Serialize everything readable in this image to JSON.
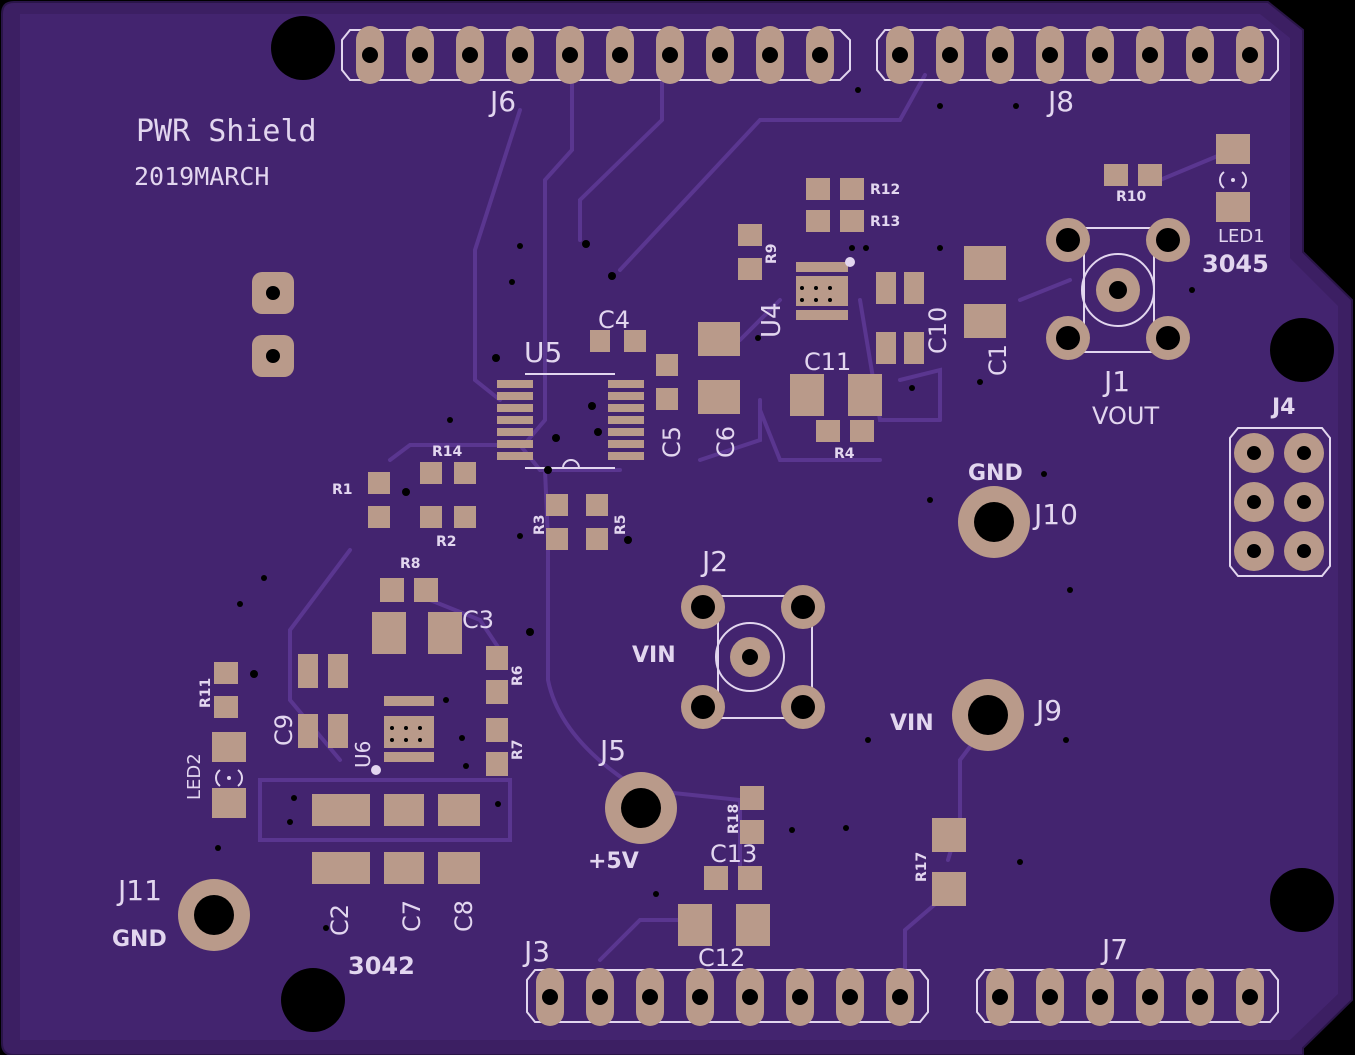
{
  "board": {
    "title": "PWR Shield",
    "date": "2019MARCH",
    "colors": {
      "substrate": "#3c1f63",
      "copper_plane": "#4a2a78",
      "trace": "#5a3690",
      "silkscreen": "#e2d6ef",
      "pad": "#b99a8a",
      "hole": "#000000"
    }
  },
  "connectors": {
    "j6": "J6",
    "j8": "J8",
    "j3": "J3",
    "j7": "J7",
    "j4": "J4",
    "j1": "J1",
    "j2": "J2",
    "j5": "J5",
    "j9": "J9",
    "j10": "J10",
    "j11": "J11"
  },
  "net_labels": {
    "vout": "VOUT",
    "vin_j2": "VIN",
    "vin_j9": "VIN",
    "gnd_j10": "GND",
    "gnd_j11": "GND",
    "plus5v": "+5V"
  },
  "part_numbers": {
    "upper": "3045",
    "lower": "3042"
  },
  "designators": {
    "u4": "U4",
    "u5": "U5",
    "u6": "U6",
    "c1": "C1",
    "c2": "C2",
    "c3": "C3",
    "c4": "C4",
    "c5": "C5",
    "c6": "C6",
    "c7": "C7",
    "c8": "C8",
    "c9": "C9",
    "c10": "C10",
    "c11": "C11",
    "c12": "C12",
    "c13": "C13",
    "r1": "R1",
    "r2": "R2",
    "r3": "R3",
    "r4": "R4",
    "r5": "R5",
    "r6": "R6",
    "r7": "R7",
    "r8": "R8",
    "r9": "R9",
    "r10": "R10",
    "r11": "R11",
    "r12": "R12",
    "r13": "R13",
    "r14": "R14",
    "r17": "R17",
    "r18": "R18",
    "led1": "LED1",
    "led2": "LED2"
  }
}
